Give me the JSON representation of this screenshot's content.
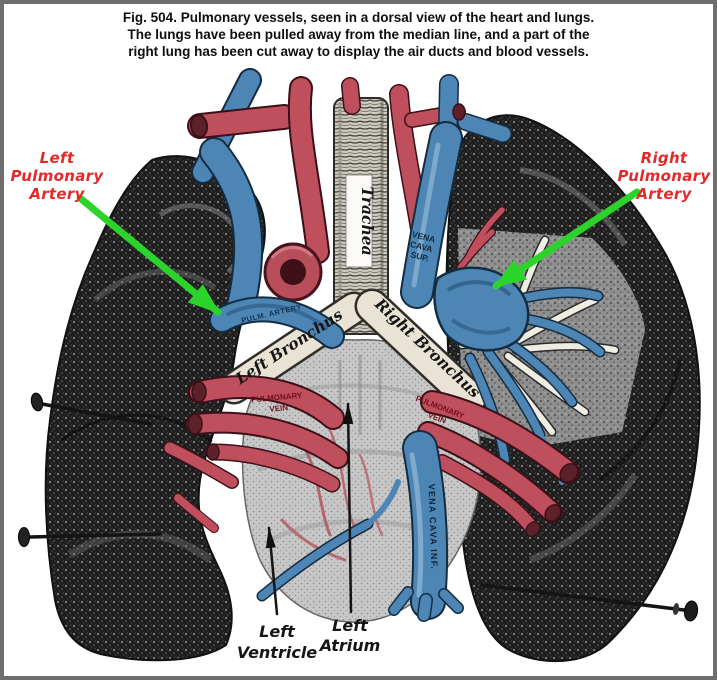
{
  "caption": {
    "lines": [
      "Fig. 504. Pulmonary vessels, seen in a dorsal view of the heart and lungs.",
      "The lungs have been pulled away from the median line, and a part of the",
      "right lung has been cut away to display the air ducts and blood vessels."
    ]
  },
  "anatomy_labels": {
    "trachea": "Trachea",
    "left_bronchus": "Left Bronchus",
    "right_bronchus": "Right Bronchus",
    "vena_cava_sup_lines": [
      "VENA",
      "CAVA",
      "SUP."
    ],
    "vena_cava_inf": "VENA CAVA INF.",
    "pulm_artery": "PULM. ARTERY",
    "pulmonary_vein_left_lines": [
      "PULMONARY",
      "VEIN"
    ],
    "pulmonary_vein_right_lines": [
      "PULMONARY",
      "VEIN"
    ]
  },
  "annotations": {
    "left_pulmonary_artery_lines": [
      "Left",
      "Pulmonary",
      "Artery"
    ],
    "right_pulmonary_artery_lines": [
      "Right",
      "Pulmonary",
      "Artery"
    ],
    "left_ventricle_lines": [
      "Left",
      "Ventricle"
    ],
    "left_atrium_lines": [
      "Left",
      "Atrium"
    ]
  },
  "colors": {
    "annotation_red": "#e12b2b",
    "arrow_green": "#2bd32b",
    "artery_red": "#bf4f5c",
    "vein_blue": "#4d86b5",
    "frame_gray": "#6f6f6f",
    "caption_black": "#0e0e0e"
  }
}
